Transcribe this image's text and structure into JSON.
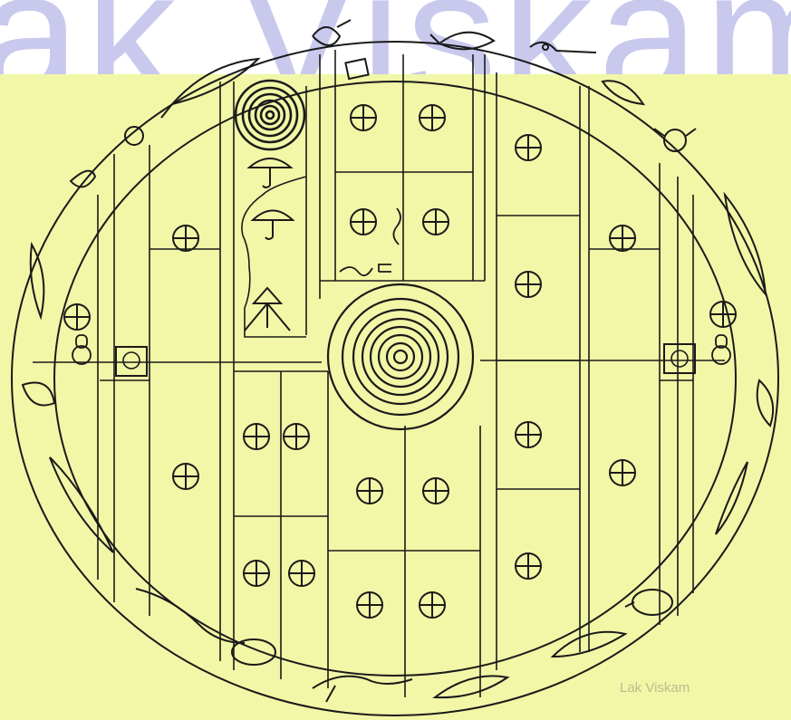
{
  "watermark": {
    "text": "Lak Viskam",
    "color": "#c9c9ee"
  },
  "credit": {
    "text": "Lak Viskam",
    "color": "#b9bd8e"
  },
  "colors": {
    "background": "#f1f7a6",
    "ink": "#1a1a1a"
  },
  "border_icons": [
    "fish-icon",
    "bird-icon",
    "tortoise-icon",
    "crab-icon",
    "conch-shell-icon",
    "lizard-icon"
  ],
  "symbols": [
    "circled-cross",
    "concentric-circles",
    "spiral",
    "umbrella",
    "serpent-line"
  ]
}
